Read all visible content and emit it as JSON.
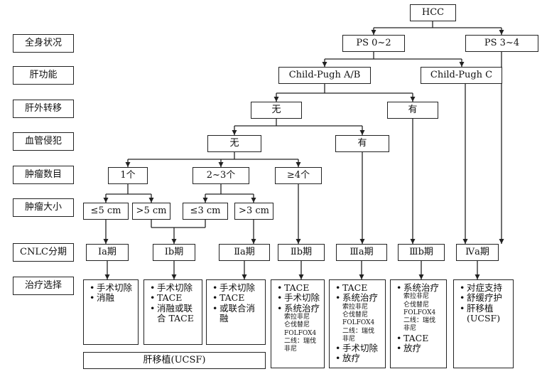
{
  "rows": {
    "general_status": "全身状况",
    "liver_function": "肝功能",
    "extrahepatic_metastasis": "肝外转移",
    "vascular_invasion": "血管侵犯",
    "tumor_number": "肿瘤数目",
    "tumor_size": "肿瘤大小",
    "cnlc_stage": "CNLC分期",
    "treatment": "治疗选择"
  },
  "nodes": {
    "hcc": "HCC",
    "ps_0_2": "PS 0~2",
    "ps_3_4": "PS 3~4",
    "child_ab": "Child-Pugh A/B",
    "child_c": "Child-Pugh C",
    "mets_no": "无",
    "mets_yes": "有",
    "vasc_no": "无",
    "vasc_yes": "有",
    "num_1": "1个",
    "num_2_3": "2~3个",
    "num_ge4": "≥4个",
    "size_le5": "≤5 cm",
    "size_gt5": ">5 cm",
    "size_le3": "≤3 cm",
    "size_gt3": ">3 cm"
  },
  "stages": {
    "ia": "Ⅰa期",
    "ib": "Ⅰb期",
    "iia": "Ⅱa期",
    "iib": "Ⅱb期",
    "iiia": "Ⅲa期",
    "iiib": "Ⅲb期",
    "iva": "Ⅳa期"
  },
  "treatments": {
    "ia": {
      "items": [
        "手术切除",
        "消融"
      ]
    },
    "ib": {
      "items": [
        "手术切除",
        "TACE",
        "消融或联合 TACE"
      ]
    },
    "iia": {
      "items": [
        "手术切除",
        "TACE",
        "或联合消融"
      ]
    },
    "iib": {
      "items": [
        "TACE",
        "手术切除",
        "系统治疗"
      ],
      "sub": "索拉非尼\n仑伐替尼\nFOLFOX4\n二线：瑞伐\n非尼"
    },
    "iiia": {
      "items_a": [
        "TACE",
        "系统治疗"
      ],
      "sub": "索拉非尼\n仑伐替尼\nFOLFOX4\n二线：瑞伐\n非尼",
      "items_b": [
        "手术切除",
        "放疗"
      ]
    },
    "iiib": {
      "items_a": [
        "系统治疗"
      ],
      "sub": "索拉非尼\n仑伐替尼\nFOLFOX4\n二线：瑞伐\n非尼",
      "items_b": [
        "TACE",
        "放疗"
      ]
    },
    "iva": {
      "items": [
        "对症支持",
        "舒缓疗护",
        "肝移植 (UCSF)"
      ]
    }
  },
  "transplant": "肝移植(UCSF)"
}
